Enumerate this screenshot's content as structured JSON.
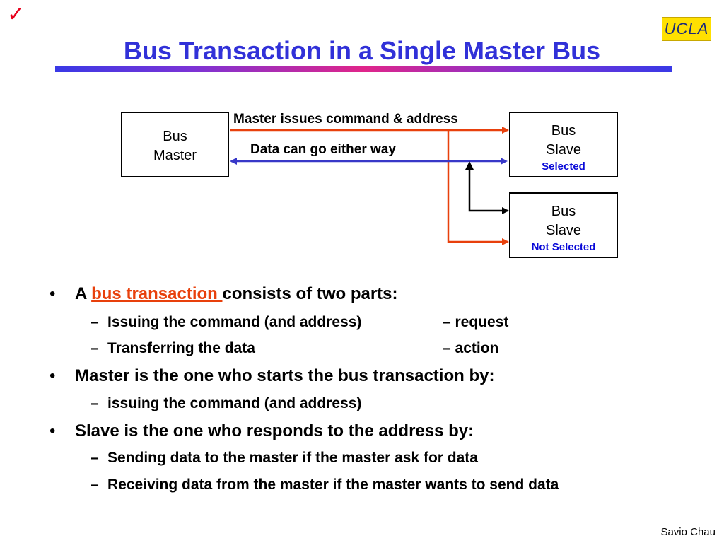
{
  "header": {
    "checkmark": "✓",
    "logo_text": "UCLA",
    "title": "Bus Transaction in a Single Master Bus"
  },
  "colors": {
    "title": "#3131d8",
    "command_arrow": "#e8400c",
    "data_arrow": "#3838c8",
    "select_arrow": "#000000",
    "selected_label": "#0a0ad8",
    "highlight": "#e8400c",
    "logo_bg": "#ffe000"
  },
  "diagram": {
    "master": {
      "line1": "Bus",
      "line2": "Master"
    },
    "slave_selected": {
      "line1": "Bus",
      "line2": "Slave",
      "status": "Selected"
    },
    "slave_not_selected": {
      "line1": "Bus",
      "line2": "Slave",
      "status": "Not Selected"
    },
    "command_label": "Master issues command & address",
    "data_label": "Data can go either way"
  },
  "bullets": {
    "b1_prefix": "A ",
    "b1_highlight": "bus transaction ",
    "b1_suffix": "consists of two parts:",
    "b1_sub1": "Issuing the command (and address)",
    "b1_sub1_tag": "– request",
    "b1_sub2": "Transferring the data",
    "b1_sub2_tag": "– action",
    "b2": "Master is the one who starts the bus transaction by:",
    "b2_sub1": "issuing the  command (and address)",
    "b3": "Slave is the one who responds to the address by:",
    "b3_sub1": "Sending data to the master if the master ask for data",
    "b3_sub2": "Receiving data from the master if the master wants to send data",
    "bullet_marker": "•",
    "dash_marker": "–"
  },
  "footer": {
    "author": "Savio Chau"
  }
}
